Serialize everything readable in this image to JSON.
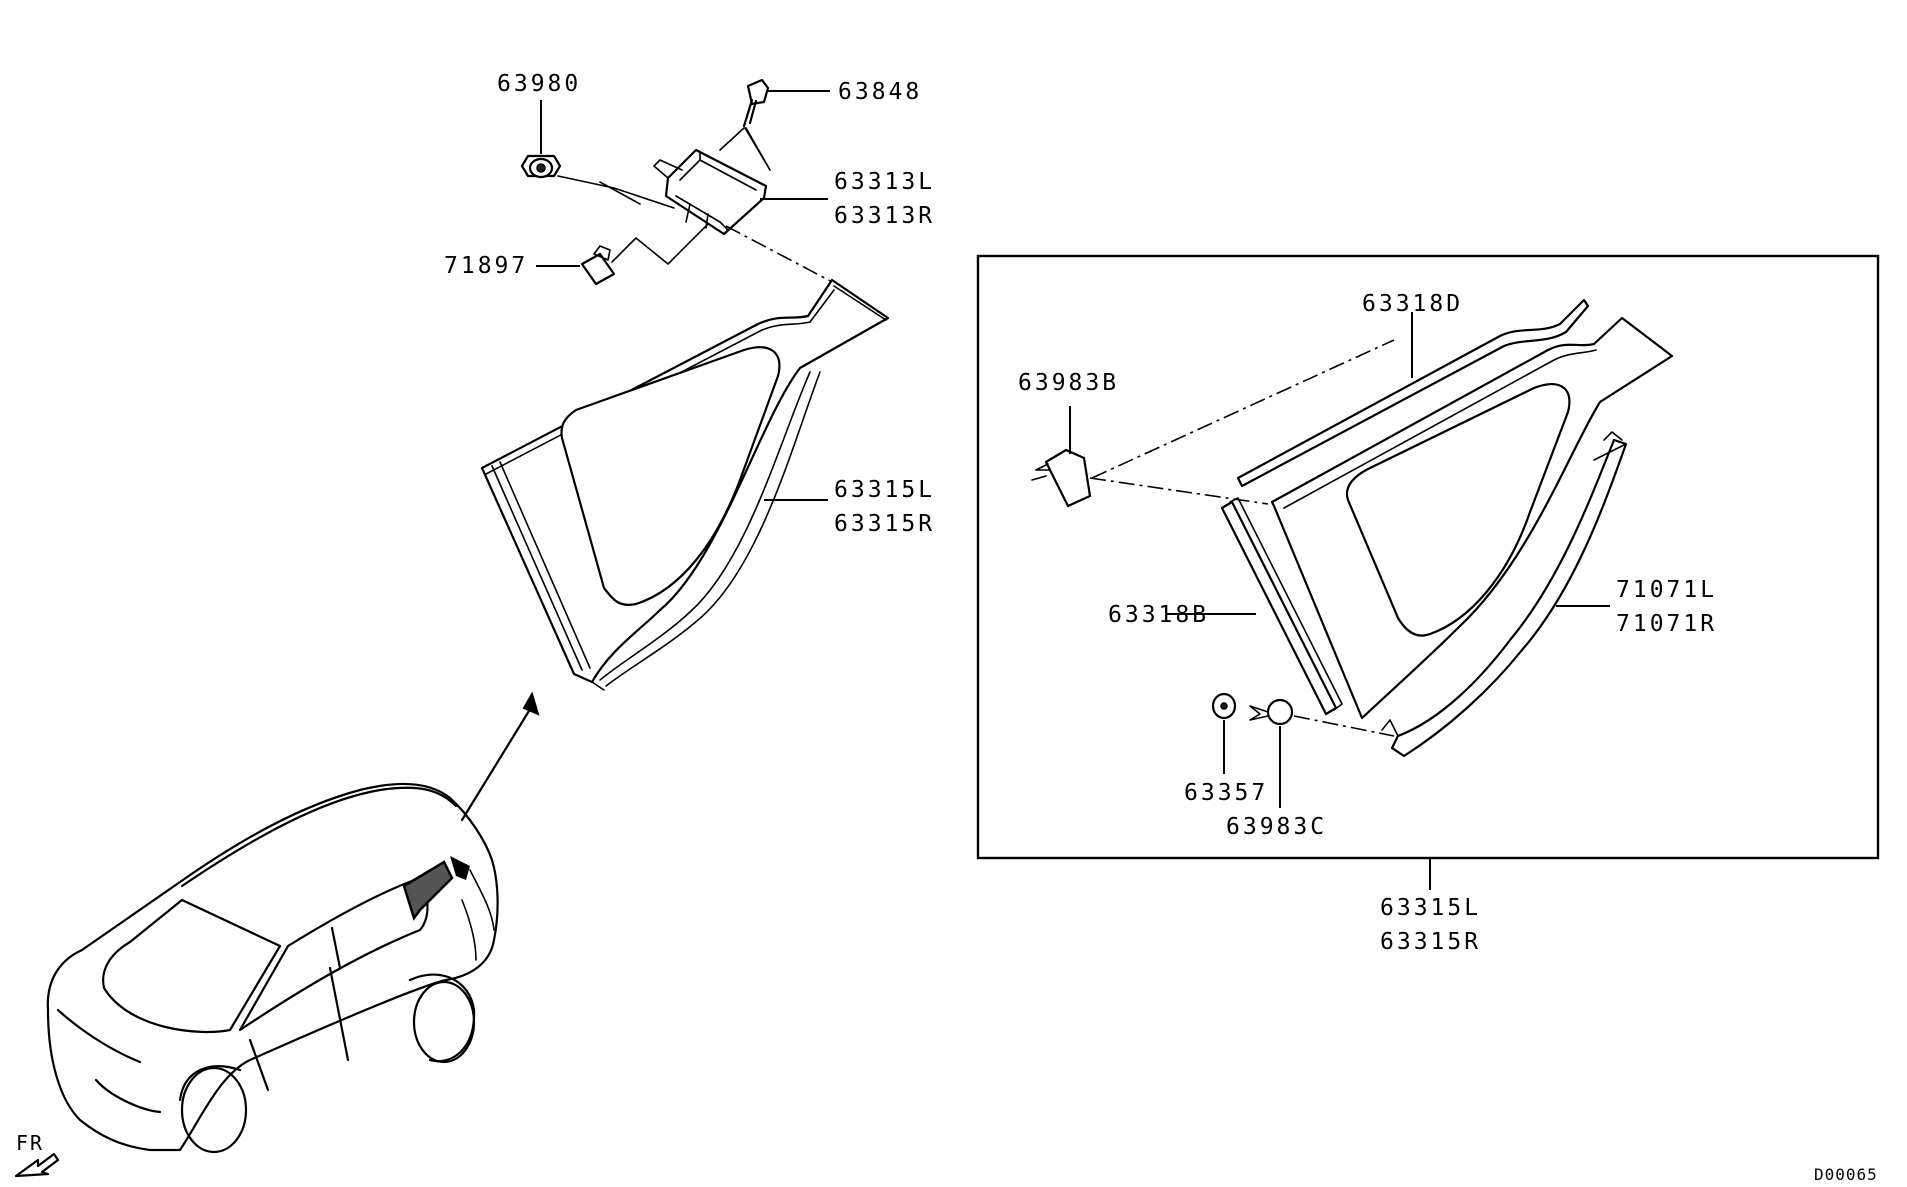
{
  "labels": {
    "p63980": "63980",
    "p63848": "63848",
    "p63313L": "63313L",
    "p63313R": "63313R",
    "p71897": "71897",
    "p63315L": "63315L",
    "p63315R": "63315R",
    "p63318D": "63318D",
    "p63983B": "63983B",
    "p63318B": "63318B",
    "p71071L": "71071L",
    "p71071R": "71071R",
    "p63357": "63357",
    "p63983C": "63983C",
    "detail_63315L": "63315L",
    "detail_63315R": "63315R",
    "front_marker": "FR",
    "diagram_code": "D00065"
  }
}
